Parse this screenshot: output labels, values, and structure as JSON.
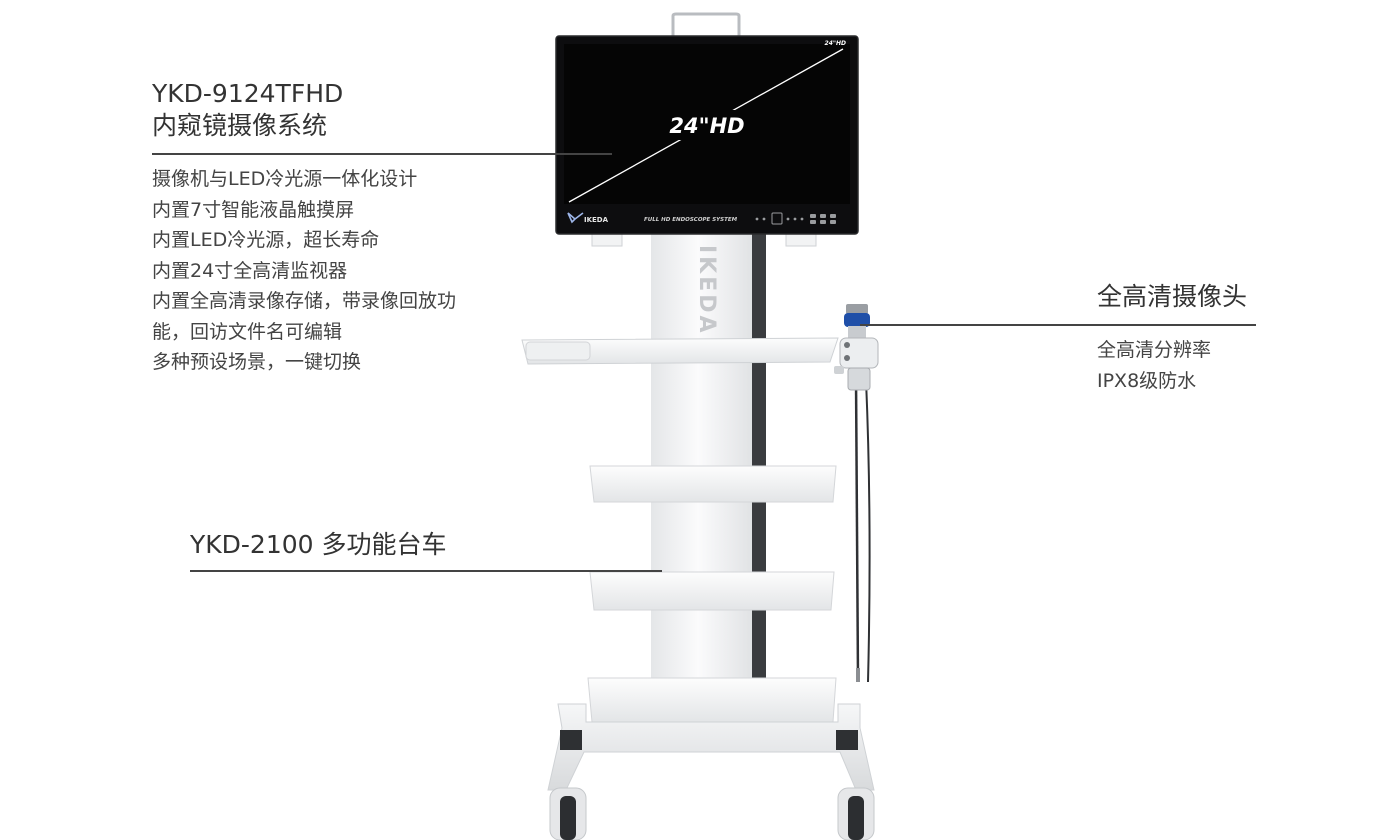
{
  "system": {
    "model": "YKD-9124TFHD",
    "name": "内窥镜摄像系统",
    "features": [
      "摄像机与LED冷光源一体化设计",
      "内置7寸智能液晶触摸屏",
      "内置LED冷光源，超长寿命",
      "内置24寸全高清监视器",
      "内置全高清录像存储，带录像回放功",
      "能，回访文件名可编辑",
      "多种预设场景，一键切换"
    ]
  },
  "camera": {
    "title": "全高清摄像头",
    "features": [
      "全高清分辨率",
      "IPX8级防水"
    ]
  },
  "trolley": {
    "title": "YKD-2100 多功能台车"
  },
  "monitor": {
    "screen_label": "24\"HD",
    "corner_label": "24\"HD",
    "brand": "IKEDA",
    "bezel_text": "FULL HD ENDOSCOPE SYSTEM"
  },
  "pole": {
    "brand": "IKEDA"
  },
  "colors": {
    "text": "#333333",
    "rule": "#444444",
    "screen": "#050505",
    "cart": "#f2f3f4"
  }
}
